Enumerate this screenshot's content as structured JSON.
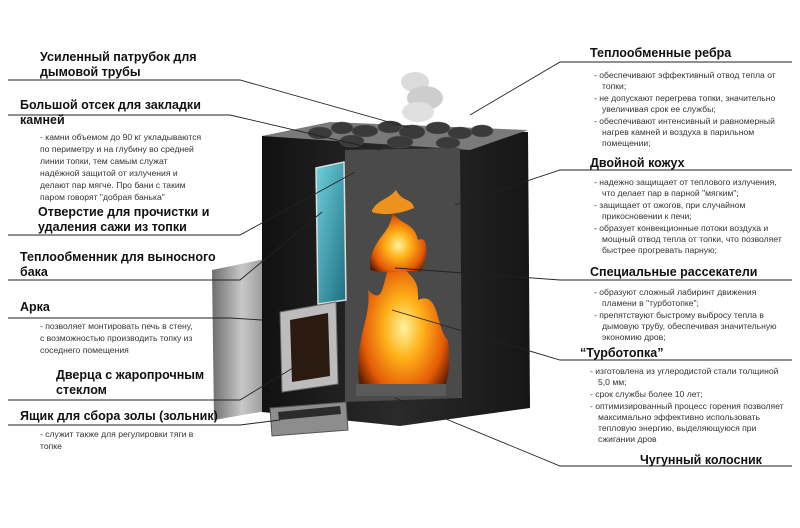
{
  "left": [
    {
      "id": "chimney",
      "title": "Усиленный патрубок для дымовой трубы",
      "lines": [
        "Усиленный патрубок для",
        "дымовой трубы"
      ],
      "desc": []
    },
    {
      "id": "stone-chamber",
      "title": "Большой отсек для закладки камней",
      "lines": [
        "Большой отсек для закладки",
        "камней"
      ],
      "desc": [
        "- камни объемом до 90 кг укладываются",
        "по периметру и на глубину во средней",
        "линии топки, тем самым служат",
        "надёжной защитой от излучения и",
        "делают пар мягче. Про бани с таким",
        "паром говорят \"добрая банька\""
      ]
    },
    {
      "id": "cleanout",
      "title": "Отверстие для прочистки и удаления сажи из топки",
      "lines": [
        "Отверстие для прочистки и",
        "удаления сажи из топки"
      ],
      "desc": []
    },
    {
      "id": "heat-exchanger",
      "title": "Теплообменник для выносного бака",
      "lines": [
        "Теплообменник для выносного",
        "бака"
      ],
      "desc": []
    },
    {
      "id": "arch",
      "title": "Арка",
      "lines": [
        "Арка"
      ],
      "desc": [
        "- позволяет монтировать печь в стену,",
        "с возможностью производить топку из",
        "соседнего помещения"
      ]
    },
    {
      "id": "glass-door",
      "title": "Дверца с жаропрочным стеклом",
      "lines": [
        "Дверца с жаропрочным",
        "стеклом"
      ],
      "desc": []
    },
    {
      "id": "ash-box",
      "title": "Ящик для сбора золы (зольник)",
      "lines": [
        "Ящик для сбора золы (зольник)"
      ],
      "desc": [
        "- служит также для регулировки тяги в",
        "топке"
      ]
    }
  ],
  "right": [
    {
      "id": "fins",
      "title": "Теплообменные ребра",
      "lines": [
        "Теплообменные ребра"
      ],
      "desc": [
        [
          "- обеспечивают эффективный отвод тепла от",
          "топки;"
        ],
        [
          "- не допускают перегрева топки, значительно",
          "увеличивая срок ее службы;"
        ],
        [
          "- обеспечивают интенсивный и равномерный",
          "нагрев камней и воздуха в парильном",
          "помещении;"
        ]
      ]
    },
    {
      "id": "double-casing",
      "title": "Двойной кожух",
      "lines": [
        "Двойной кожух"
      ],
      "desc": [
        [
          "- надежно защищает от теплового излучения,",
          "что делает пар в парной \"мягким\";"
        ],
        [
          "- защищает от ожогов, при случайном",
          "прикосновении к печи;"
        ],
        [
          "- образует конвекционные потоки воздуха и",
          "мощный отвод тепла от топки, что позволяет",
          "быстрее прогревать парную;"
        ]
      ]
    },
    {
      "id": "dividers",
      "title": "Специальные рассекатели",
      "lines": [
        "Специальные рассекатели"
      ],
      "desc": [
        [
          "- образуют сложный лабиринт движения",
          "пламени в \"турботопке\";"
        ],
        [
          "- препятствуют быстрому выбросу тепла в",
          "дымовую трубу, обеспечивая значительную",
          "экономию дров;"
        ]
      ]
    },
    {
      "id": "turbo",
      "title": "“Турботопка”",
      "lines": [
        "“Турботопка”"
      ],
      "desc": [
        [
          "- изготовлена из углеродистой стали толщиной",
          "5,0 мм;"
        ],
        [
          "- срок службы более 10 лет;"
        ],
        [
          "- оптимизированный процесс горения позволяет",
          "максимально эффективно использовать",
          "тепловую энергию, выделяющуюся при",
          "сжигании дров"
        ]
      ]
    },
    {
      "id": "grate",
      "title": "Чугунный колосник",
      "lines": [
        "Чугунный колосник"
      ],
      "desc": []
    }
  ],
  "colors": {
    "body": "#1e1e1e",
    "steel": "#9a9a9a",
    "flame": "#f08a10",
    "glass": "#3aa0b0",
    "line": "#222222"
  }
}
